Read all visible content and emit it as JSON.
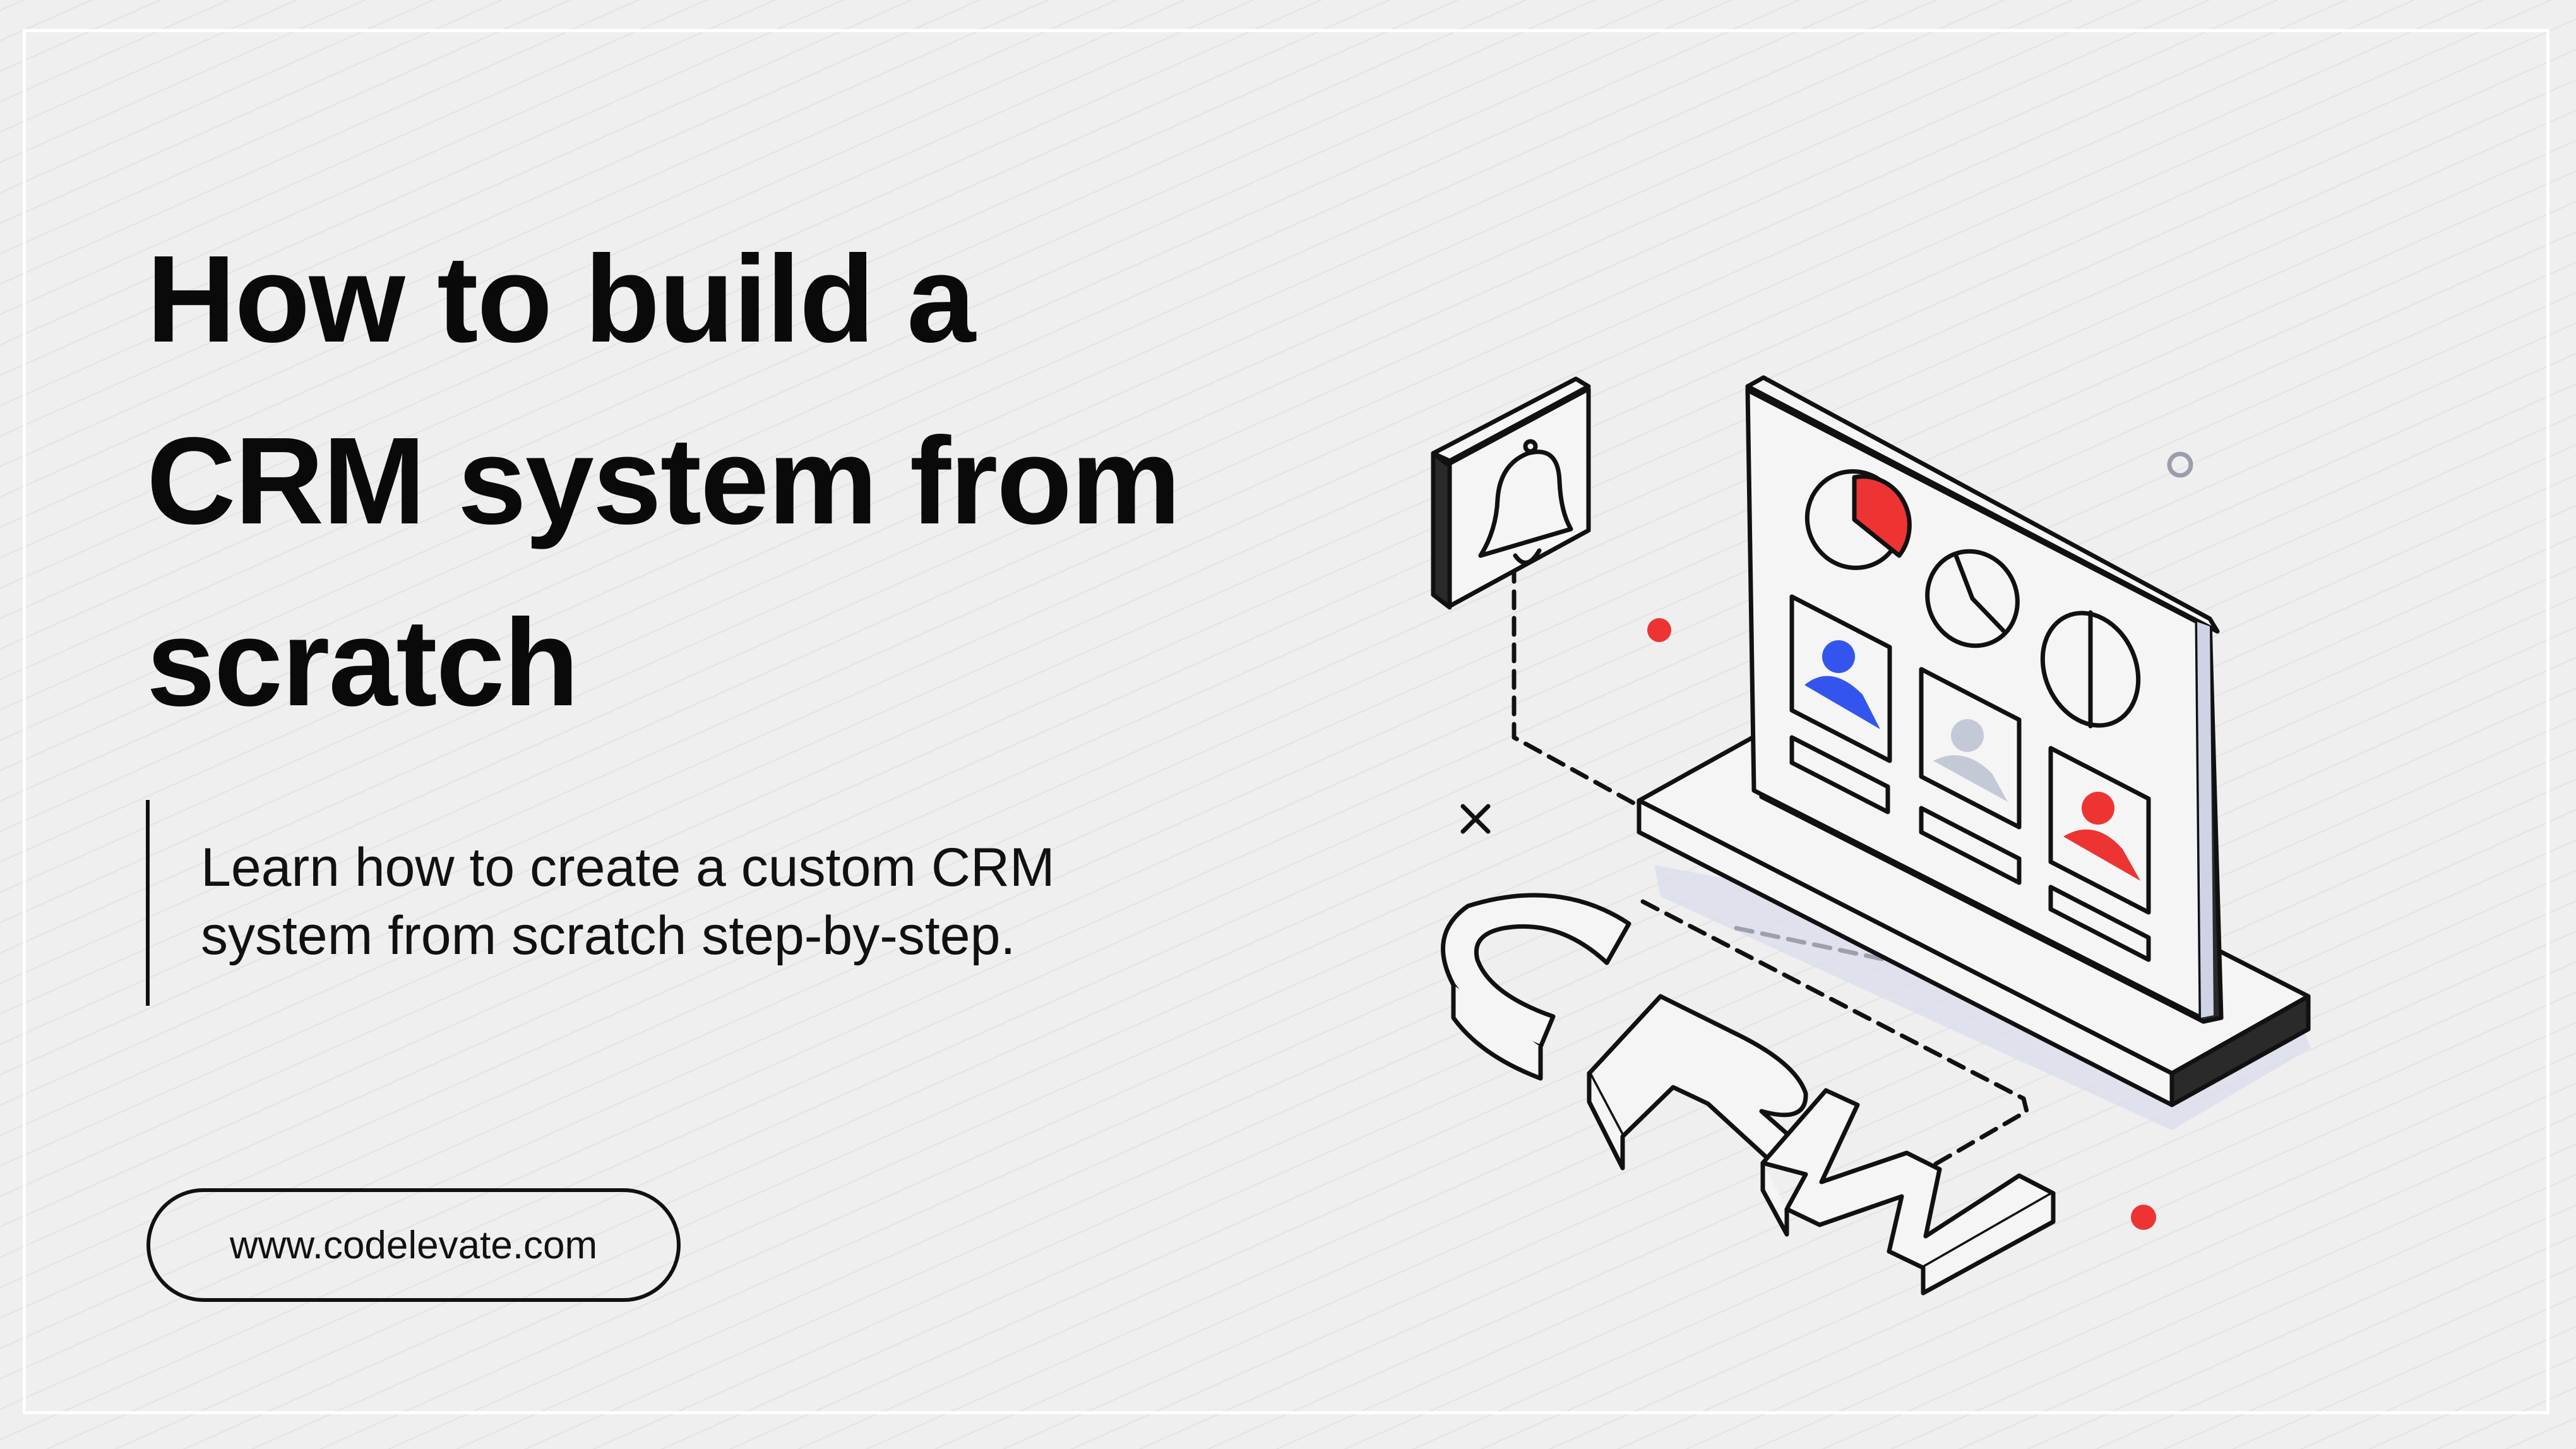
{
  "headline": {
    "line1": "How to build a",
    "line2": "CRM system from",
    "line3": "scratch"
  },
  "subtitle": {
    "line1": "Learn how to create a custom CRM",
    "line2": "system from scratch step-by-step."
  },
  "link": {
    "url": "www.codelevate.com"
  },
  "illustration": {
    "crm_letters": [
      "C",
      "R",
      "M"
    ],
    "icons": [
      "bell-icon",
      "pie-chart-icon",
      "user-icon",
      "close-icon"
    ]
  },
  "colors": {
    "background": "#efefef",
    "text": "#0a0a0a",
    "accent_red": "#ee3333",
    "accent_blue": "#3355ee",
    "accent_gray": "#c4c9d8"
  }
}
